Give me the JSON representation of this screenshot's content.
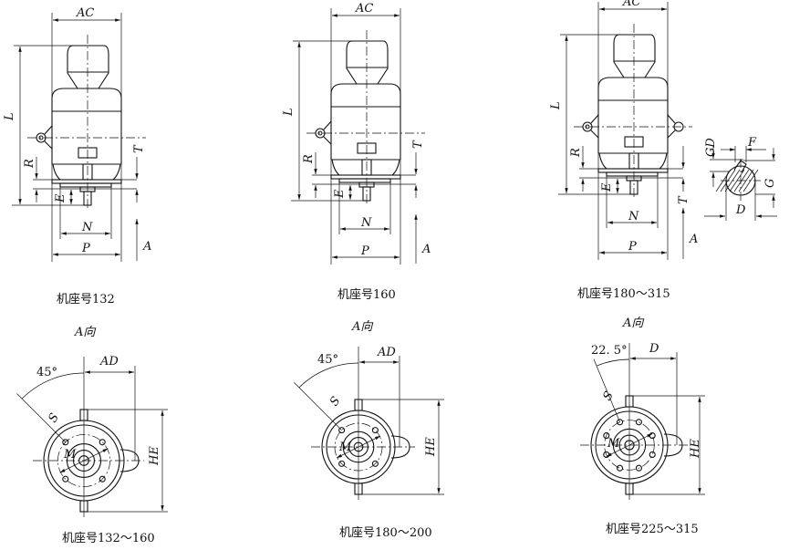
{
  "side_views": [
    {
      "caption": "机座号132",
      "labels": {
        "AC": "AC",
        "L": "L",
        "R": "R",
        "T": "T",
        "E": "E",
        "N": "N",
        "P": "P",
        "A": "A"
      }
    },
    {
      "caption": "机座号160",
      "labels": {
        "AC": "AC",
        "L": "L",
        "R": "R",
        "T": "T",
        "E": "E",
        "N": "N",
        "P": "P",
        "A": "A"
      }
    },
    {
      "caption": "机座号180～315",
      "labels": {
        "AC": "AC",
        "L": "L",
        "R": "R",
        "T": "T",
        "E": "E",
        "N": "N",
        "P": "P",
        "A": "A"
      }
    }
  ],
  "shaft_section": {
    "labels": {
      "GD": "GD",
      "F": "F",
      "G": "G",
      "D": "D"
    }
  },
  "end_views": [
    {
      "title": "A向",
      "caption": "机座号132～160",
      "angle": "45°",
      "labels": {
        "AD": "AD",
        "S": "S",
        "M": "M",
        "HE": "HE"
      }
    },
    {
      "title": "A向",
      "caption": "机座号180～200",
      "angle": "45°",
      "labels": {
        "AD": "AD",
        "S": "S",
        "M": "M",
        "HE": "HE"
      }
    },
    {
      "title": "A向",
      "caption": "机座号225～315",
      "angle": "22. 5°",
      "labels": {
        "AD": "D",
        "S": "S",
        "M": "M",
        "HE": "HE"
      }
    }
  ]
}
